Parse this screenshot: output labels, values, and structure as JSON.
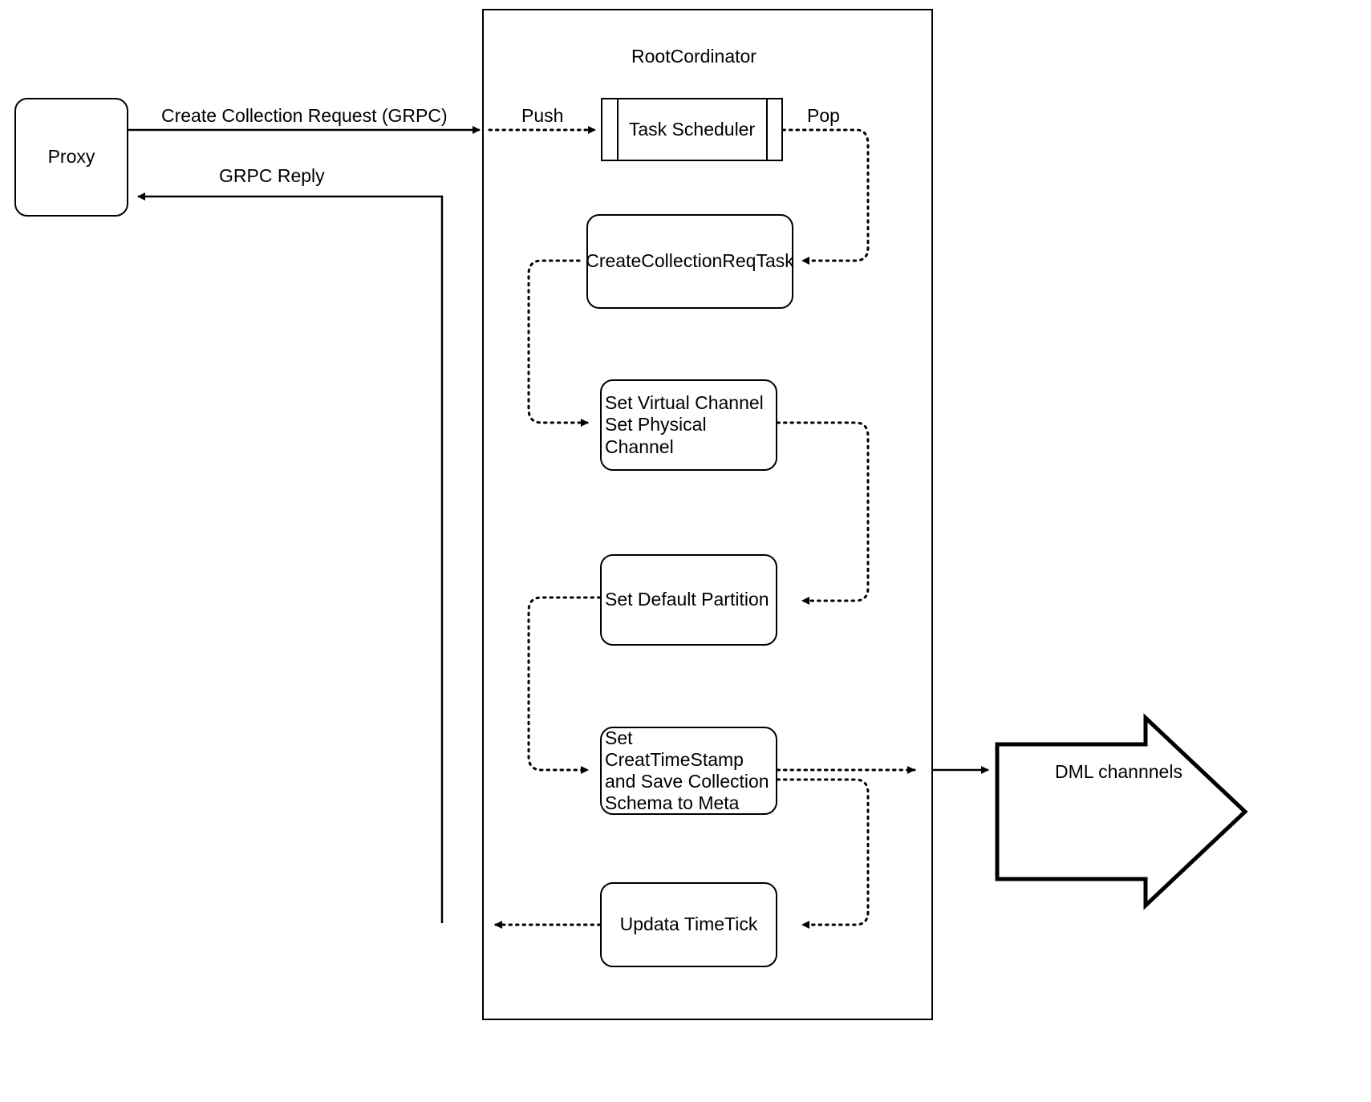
{
  "diagram": {
    "title_label": "RootCordinator",
    "nodes": {
      "proxy": "Proxy",
      "task_scheduler": "Task Scheduler",
      "create_collection_req_task": "CreateCollectionReqTask",
      "set_channels": "Set Virtual Channel\nSet Physical Channel",
      "set_default_partition": "Set Default Partition",
      "set_timestamp": "Set CreatTimeStamp\nand Save Collection\nSchema to Meta",
      "update_timetick": "Updata TimeTick",
      "dml_channels": "DML channnels"
    },
    "edge_labels": {
      "create_collection_request": "Create Collection Request (GRPC)",
      "grpc_reply": "GRPC Reply",
      "push": "Push",
      "pop": "Pop"
    },
    "colors": {
      "stroke": "#000000",
      "fill": "#ffffff"
    }
  }
}
